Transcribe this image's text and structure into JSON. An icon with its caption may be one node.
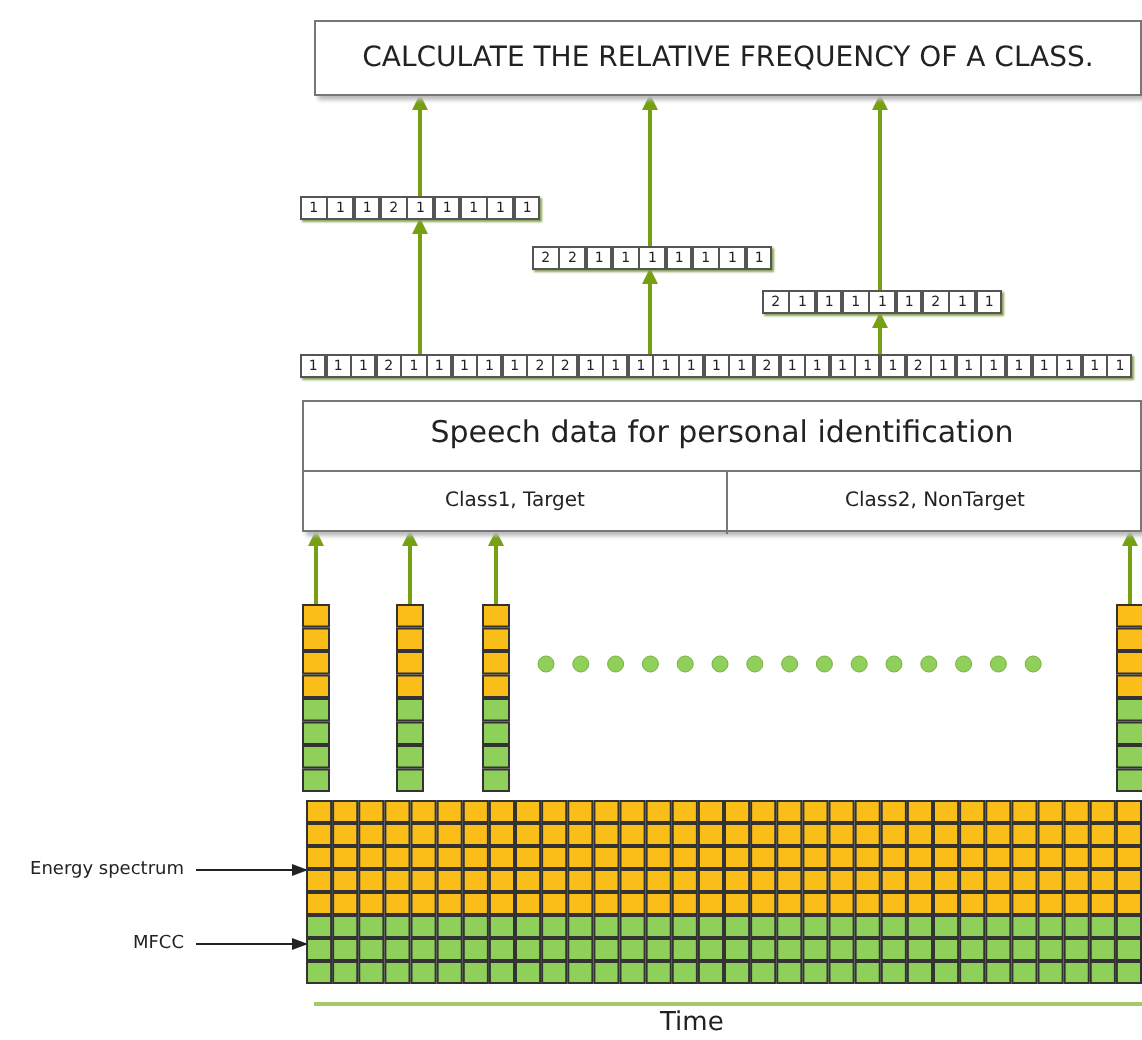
{
  "diagram": {
    "nodes": [
      {
        "text": [
          "CALCULATE THE RELATIVE FREQUENCY OF A CLASS."
        ]
      },
      {
        "text": [
          "1",
          "1",
          "1",
          "2",
          "1",
          "1",
          "1",
          "1",
          "1"
        ]
      },
      {
        "text": [
          "2",
          "2",
          "1",
          "1",
          "1",
          "1",
          "1",
          "1",
          "1"
        ]
      },
      {
        "text": [
          "2",
          "1",
          "1",
          "1",
          "1",
          "1",
          "2",
          "1",
          "1"
        ]
      },
      {
        "text": [
          "1",
          "1",
          "1",
          "2",
          "1",
          "1",
          "1",
          "1",
          "1",
          "2",
          "2",
          "1",
          "1",
          "1",
          "1",
          "1",
          "1",
          "1",
          "2",
          "1",
          "1",
          "1",
          "1",
          "1",
          "2",
          "1",
          "1",
          "1",
          "1",
          "1",
          "1",
          "1",
          "1"
        ]
      },
      {
        "text": [
          "Speech data for personal identification"
        ]
      },
      {
        "text": [
          "Class1, Target"
        ],
        "in": 5
      },
      {
        "text": [
          "Class2, NonTarget"
        ],
        "in": 5
      },
      {
        "text": [],
        "shape": "bar"
      },
      {
        "text": [],
        "shape": "bar"
      },
      {
        "text": [],
        "shape": "bar"
      },
      {
        "text": [],
        "shape": "bar"
      },
      {
        "text": [],
        "shape": "box"
      },
      {
        "text": [
          "Energy spectrum"
        ]
      },
      {
        "text": [
          "MFCC"
        ]
      }
    ],
    "edges": [
      {
        "from": 1,
        "to": 0,
        "arrow": "to"
      },
      {
        "from": 2,
        "to": 0,
        "arrow": "to"
      },
      {
        "from": 3,
        "to": 0,
        "arrow": "to"
      },
      {
        "from": 4,
        "to": 1,
        "arrow": "to"
      },
      {
        "from": 4,
        "to": 2,
        "arrow": "to"
      },
      {
        "from": 4,
        "to": 3,
        "arrow": "to"
      },
      {
        "from": 8,
        "to": 6,
        "arrow": "to"
      },
      {
        "from": 9,
        "to": 6,
        "arrow": "to"
      },
      {
        "from": 10,
        "to": 6,
        "arrow": "to"
      },
      {
        "from": 11,
        "to": 7,
        "arrow": "to"
      },
      {
        "from": 13,
        "to": 12,
        "arrow": "to",
        "color": "#222222"
      },
      {
        "from": 14,
        "to": 12,
        "arrow": "to",
        "color": "#222222"
      }
    ],
    "labels": [
      "Time"
    ]
  }
}
